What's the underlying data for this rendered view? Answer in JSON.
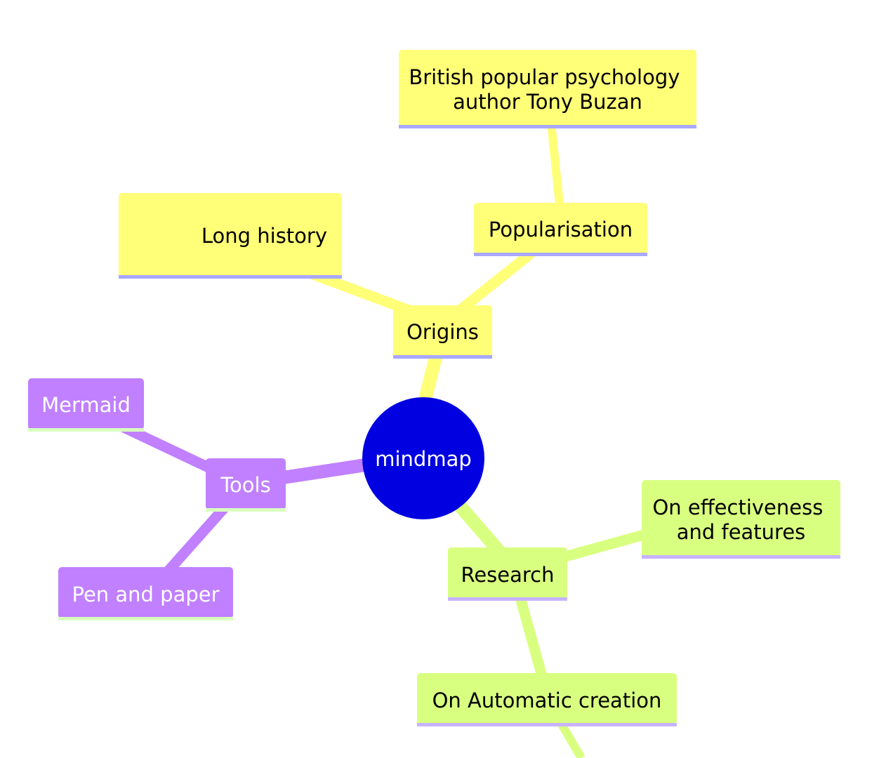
{
  "root": {
    "label": "mindmap",
    "color": "#0000e0",
    "text_color": "#ffffff"
  },
  "branches": [
    {
      "id": "origins",
      "label": "Origins",
      "color": "#ffff78",
      "underline": "#a8a8ff",
      "text_color": "#000000",
      "children": [
        {
          "id": "long-history",
          "label": "Long history"
        },
        {
          "id": "popularisation",
          "label": "Popularisation",
          "children": [
            {
              "id": "buzan",
              "label_lines": [
                "British popular psychology",
                "author Tony Buzan"
              ]
            }
          ]
        }
      ]
    },
    {
      "id": "research",
      "label": "Research",
      "color": "#d9ff80",
      "underline": "#c7b3ff",
      "text_color": "#000000",
      "children": [
        {
          "id": "effectiveness",
          "label_lines": [
            "On effectiveness",
            "and features"
          ]
        },
        {
          "id": "automatic",
          "label": "On Automatic creation"
        }
      ]
    },
    {
      "id": "tools",
      "label": "Tools",
      "color": "#c080ff",
      "underline": "#d9ffbf",
      "text_color": "#ffffff",
      "children": [
        {
          "id": "pen-paper",
          "label": "Pen and paper"
        },
        {
          "id": "mermaid",
          "label": "Mermaid"
        }
      ]
    }
  ]
}
